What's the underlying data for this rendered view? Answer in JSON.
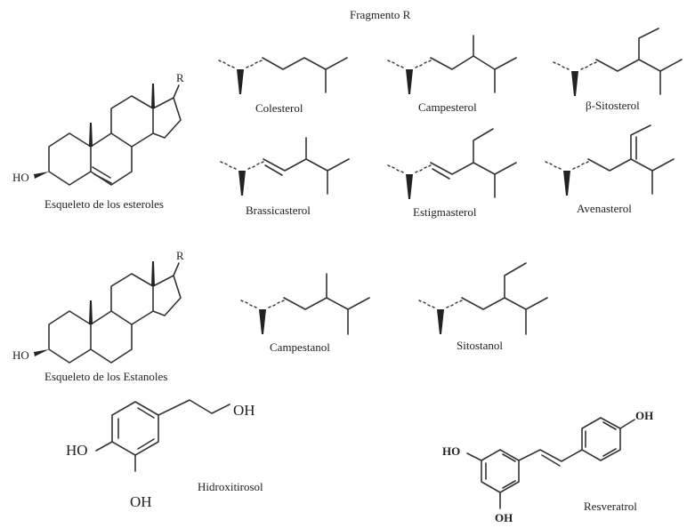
{
  "figure": {
    "header": "Fragmento R",
    "sterol_skeleton": {
      "label": "Esqueleto de los esteroles",
      "atoms": {
        "r": "R",
        "ho": "HO"
      }
    },
    "stanol_skeleton": {
      "label": "Esqueleto de los Estanoles",
      "atoms": {
        "r": "R",
        "ho": "HO"
      }
    },
    "r_fragments": [
      {
        "name": "Colesterol"
      },
      {
        "name": "Campesterol"
      },
      {
        "name": "β-Sitosterol"
      },
      {
        "name": "Brassicasterol"
      },
      {
        "name": "Estigmasterol"
      },
      {
        "name": "Avenasterol"
      },
      {
        "name": "Campestanol"
      },
      {
        "name": "Sitostanol"
      }
    ],
    "phenolics": [
      {
        "name": "Hidroxitirosol",
        "groups": {
          "oh_top": "OH",
          "ho_left": "HO",
          "oh_bottom": "OH"
        }
      },
      {
        "name": "Resveratrol",
        "groups": {
          "oh_top": "OH",
          "ho_left": "HO",
          "oh_bottom": "OH"
        }
      }
    ]
  }
}
